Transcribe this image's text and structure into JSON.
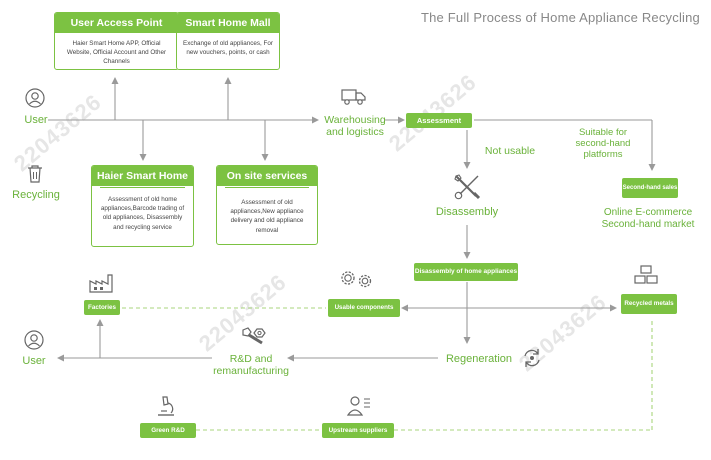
{
  "title": "The Full Process of Home Appliance Recycling",
  "watermark": "22043626",
  "boxes": {
    "user_access": {
      "title": "User Access Point",
      "text": "Haier Smart Home APP, Official Website, Official Account and Other Channels"
    },
    "smart_mall": {
      "title": "Smart Home Mall",
      "text": "Exchange of old appliances, For new vouchers, points, or cash"
    },
    "haier_smart": {
      "title": "Haier Smart Home",
      "text": "Assessment of old home appliances,Barcode trading of old appliances, Disassembly and recycling service"
    },
    "onsite": {
      "title": "On site services",
      "text": "Assessment of old appliances,New appliance delivery and old appliance removal"
    }
  },
  "labels": {
    "user_top": "User",
    "recycling": "Recycling",
    "warehousing": "Warehousing and logistics",
    "not_usable": "Not usable",
    "suitable": "Suitable for second-hand platforms",
    "disassembly": "Disassembly",
    "online": "Online E-commerce Second-hand market",
    "regeneration": "Regeneration",
    "rd_reman": "R&D and remanufacturing",
    "user_bottom": "User"
  },
  "pills": {
    "assessment": "Assessment",
    "second_hand_sales": "Second-hand sales",
    "disassembly_home": "Disassembly of home appliances",
    "factories": "Factories",
    "usable_components": "Usable components",
    "recycled_metals": "Recycled metals",
    "green_rd": "Green R&D",
    "upstream": "Upstream suppliers"
  },
  "colors": {
    "accent": "#7cc242",
    "accent_text": "#6ab23a",
    "line": "#9a9a9a",
    "dashed": "#a8d47c"
  },
  "icons": {
    "user": "user-icon",
    "recycling": "trash-bin-icon",
    "truck": "truck-icon",
    "tools": "wrench-screwdriver-icon",
    "gears": "gears-icon",
    "factory": "factory-icon",
    "ingots": "metal-ingots-icon",
    "regeneration": "regeneration-cycle-icon",
    "bolt_nut": "bolt-nut-icon",
    "microscope": "microscope-icon",
    "supplier": "supplier-person-icon"
  }
}
